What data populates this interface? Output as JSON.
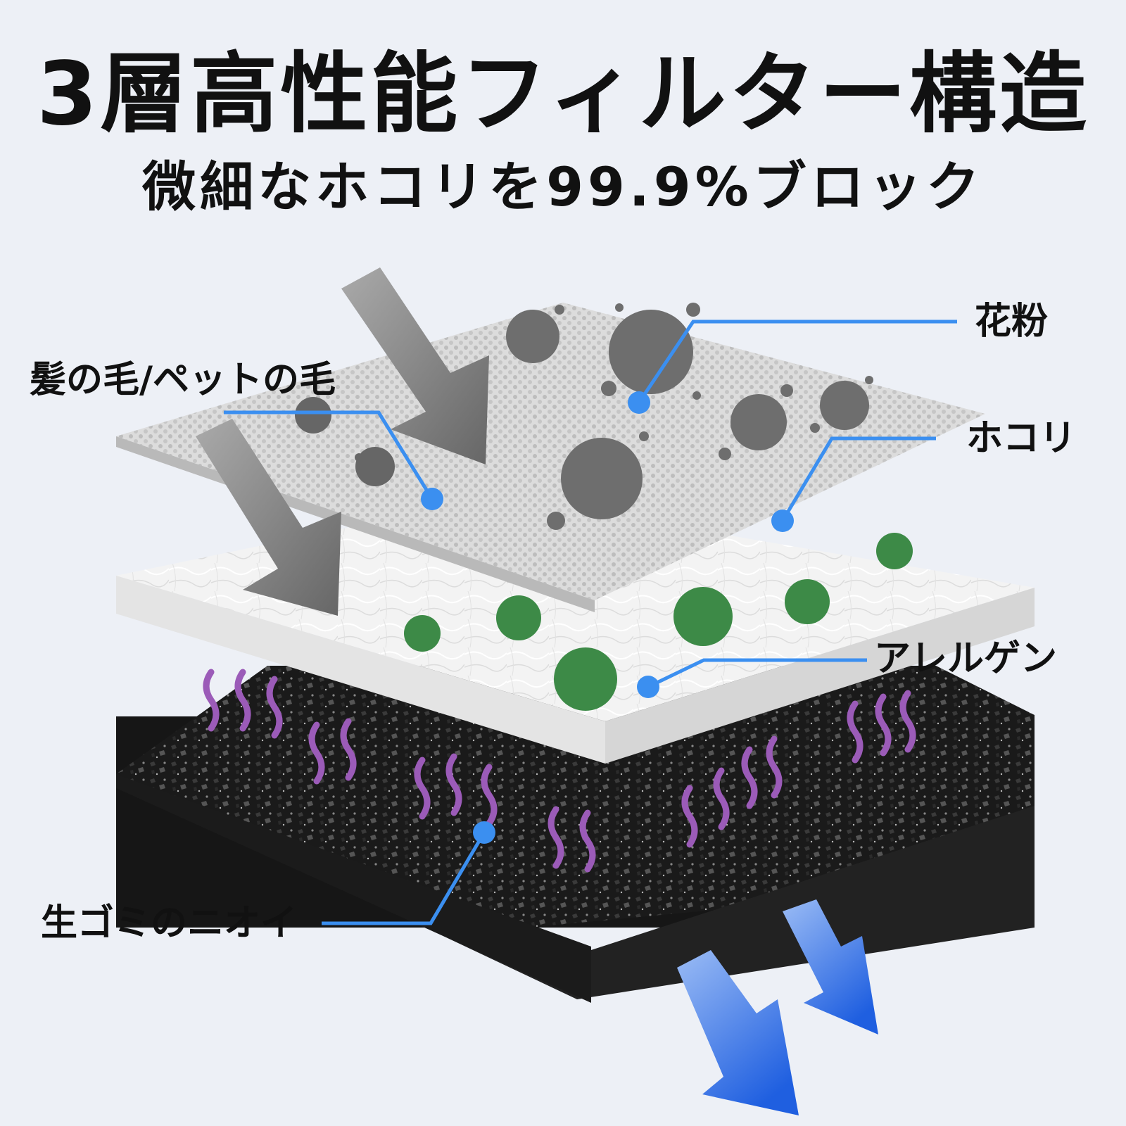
{
  "header": {
    "title": "3層高性能フィルター構造",
    "subtitle": "微細なホコリを99.9%ブロック"
  },
  "labels": {
    "hair": "髪の毛/ペットの毛",
    "pollen": "花粉",
    "dust": "ホコリ",
    "allergen": "アレルゲン",
    "odor": "生ゴミのニオイ"
  },
  "colors": {
    "background": "#edf0f6",
    "callout": "#3b8ff0",
    "germ": "#3d8a47",
    "odor": "#9b5bb8",
    "outflow_arrow": "#1f5fe0",
    "inflow_arrow": "#7a7a7a"
  }
}
